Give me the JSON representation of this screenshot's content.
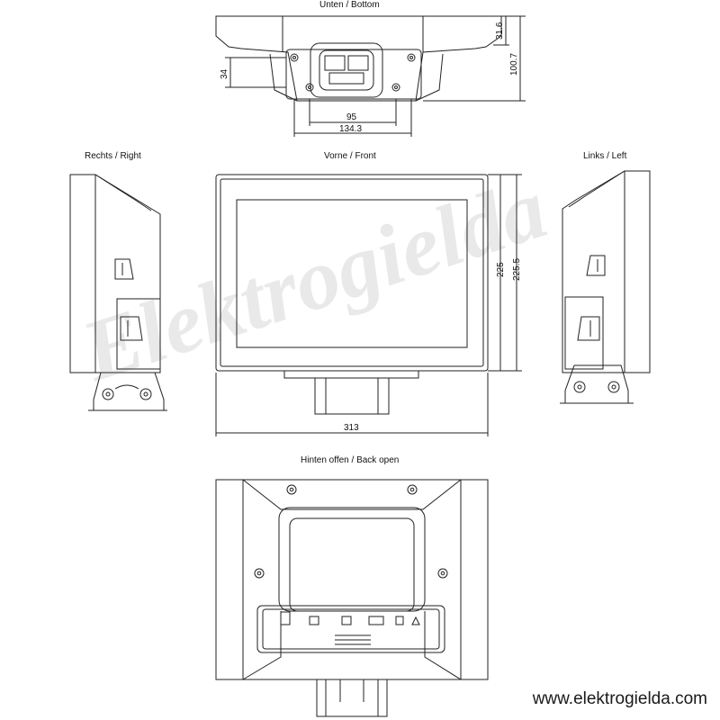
{
  "views": {
    "bottom": "Unten / Bottom",
    "right": "Rechts / Right",
    "front": "Vorne / Front",
    "left": "Links / Left",
    "back": "Hinten offen / Back open"
  },
  "dimensions": {
    "bottom_height_small": "31.6",
    "bottom_height_total": "100.7",
    "bottom_mount_height": "34",
    "bottom_inner_width": "95",
    "bottom_outer_width": "134.3",
    "front_height_inner": "225",
    "front_height_outer": "225.5",
    "front_width": "313"
  },
  "watermark": "Elektrogielda",
  "website": "www.elektrogielda.com"
}
